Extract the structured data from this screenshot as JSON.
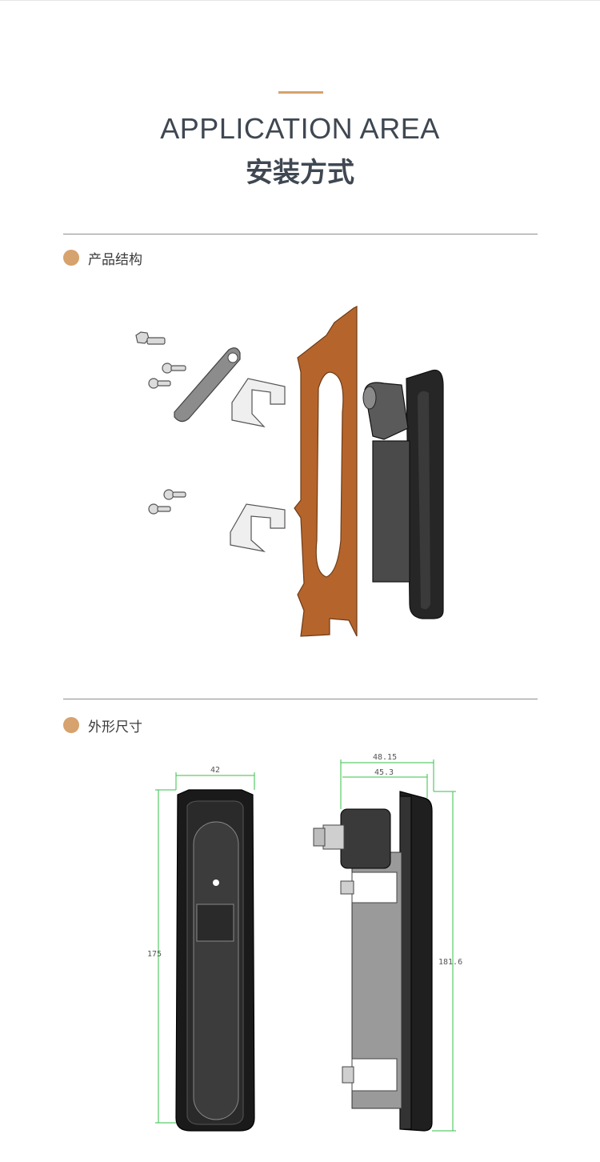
{
  "header": {
    "title_en": "APPLICATION AREA",
    "title_cn": "安装方式"
  },
  "sections": [
    {
      "label": "产品结构"
    },
    {
      "label": "外形尺寸"
    }
  ],
  "dimensions": {
    "front_width": "42",
    "front_height": "175",
    "side_depth_outer": "48.15",
    "side_depth_inner": "45.3",
    "side_height": "181.6"
  },
  "colors": {
    "accent": "#d6a26d",
    "gasket": "#b5652c",
    "dimension_line": "#36c24a"
  }
}
